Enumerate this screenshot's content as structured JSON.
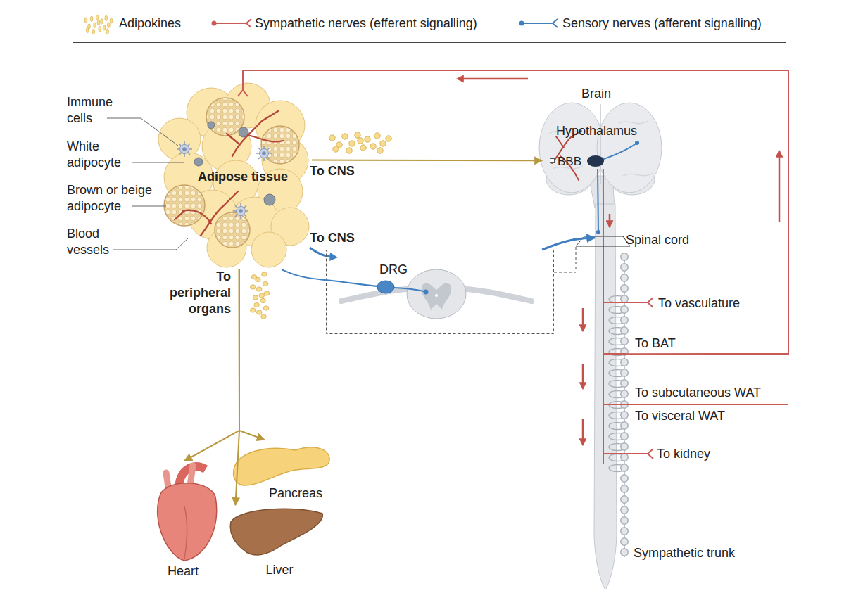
{
  "diagram": {
    "nodes": [
      {
        "text": [
          "Adipose tissue"
        ]
      },
      {
        "text": [
          "Brain"
        ]
      },
      {
        "text": [
          "Hypothalamus"
        ],
        "in": 1
      },
      {
        "text": [
          "DRG"
        ]
      },
      {
        "text": [
          "Spinal cord"
        ]
      },
      {
        "text": [
          "Heart"
        ]
      },
      {
        "text": [
          "Pancreas"
        ]
      },
      {
        "text": [
          "Liver"
        ]
      }
    ],
    "edges": [
      {
        "from": 0,
        "to": 1,
        "label": "To CNS",
        "arrow": "to"
      },
      {
        "from": 0,
        "to": 3,
        "label": "To CNS",
        "arrow": "none"
      },
      {
        "from": 3,
        "to": 4,
        "arrow": "to"
      },
      {
        "from": 0,
        "to": 5,
        "label": "To peripheral organs",
        "arrow": "to"
      },
      {
        "from": 0,
        "to": 6,
        "arrow": "to"
      },
      {
        "from": 0,
        "to": 7,
        "arrow": "to"
      },
      {
        "from": 4,
        "to": 0,
        "arrow": "to"
      },
      {
        "from": 2,
        "to": 4,
        "arrow": "none"
      }
    ],
    "labels": [
      "Immune cells",
      "White adipocyte",
      "Brown or beige adipocyte",
      "Blood vessels",
      "BBB",
      "To vasculature",
      "To BAT",
      "To subcutaneous WAT",
      "To visceral WAT",
      "To kidney",
      "Sympathetic trunk"
    ],
    "legend": [
      {
        "text": "Adipokines"
      },
      {
        "text": "Sympathetic nerves (efferent signalling)"
      },
      {
        "text": "Sensory nerves (afferent signalling)"
      }
    ]
  }
}
